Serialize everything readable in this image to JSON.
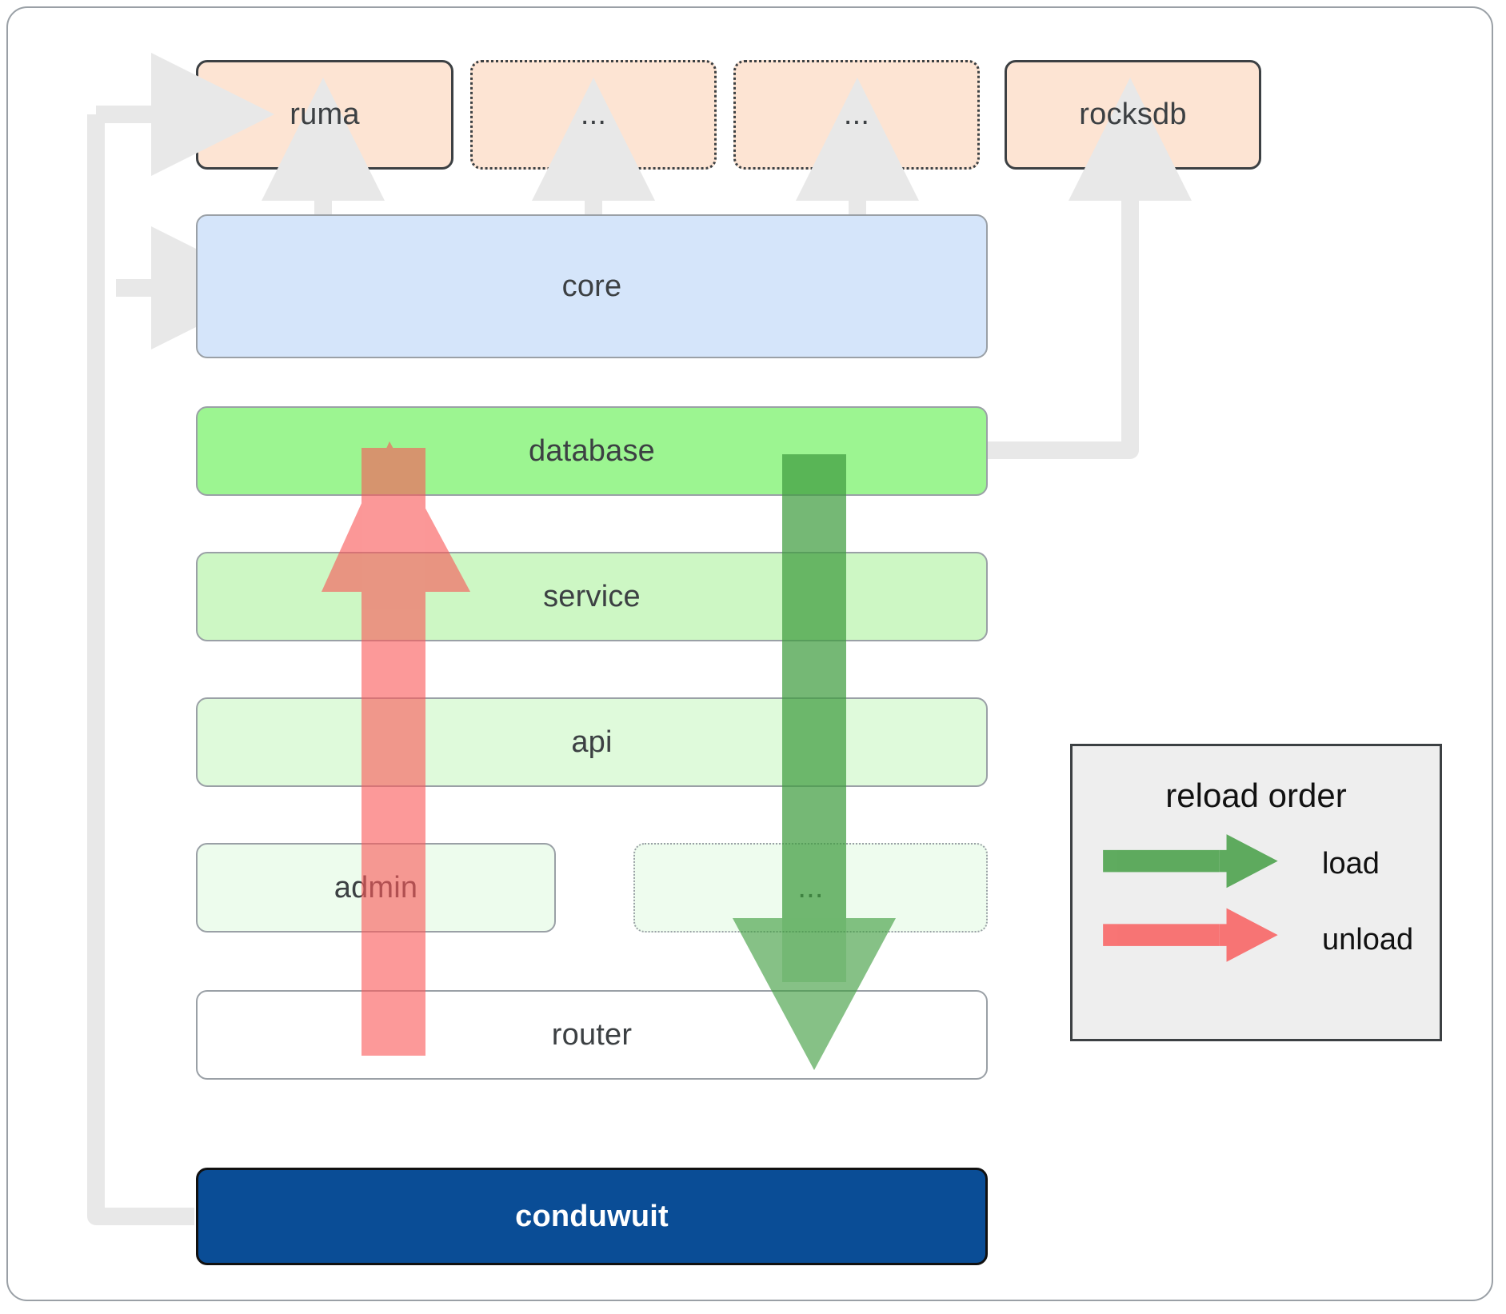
{
  "diagram": {
    "title": "conduwuit crate layering / reload order",
    "dependencies": [
      {
        "id": "ruma",
        "label": "ruma",
        "style": "solid"
      },
      {
        "id": "dep-a",
        "label": "...",
        "style": "dotted"
      },
      {
        "id": "dep-b",
        "label": "...",
        "style": "dotted"
      },
      {
        "id": "rocksdb",
        "label": "rocksdb",
        "style": "solid"
      }
    ],
    "layers": [
      {
        "id": "core",
        "label": "core",
        "style": "solid"
      },
      {
        "id": "database",
        "label": "database",
        "style": "solid"
      },
      {
        "id": "service",
        "label": "service",
        "style": "solid"
      },
      {
        "id": "api",
        "label": "api",
        "style": "solid"
      },
      {
        "id": "admin",
        "label": "admin",
        "style": "solid"
      },
      {
        "id": "more",
        "label": "...",
        "style": "dotted"
      },
      {
        "id": "router",
        "label": "router",
        "style": "solid"
      }
    ],
    "root": {
      "id": "conduwuit",
      "label": "conduwuit"
    },
    "legend": {
      "title": "reload order",
      "entries": [
        {
          "id": "load",
          "label": "load",
          "color": "#5cad5c"
        },
        {
          "id": "unload",
          "label": "unload",
          "color": "#fa8080"
        }
      ]
    },
    "colors": {
      "dependency_fill": "#fde4d3",
      "core_fill": "#d5e5fa",
      "database_fill": "#9cf591",
      "service_fill": "#cdf7c4",
      "api_fill": "#dffadb",
      "admin_fill": "#edfced",
      "router_fill": "#ffffff",
      "root_fill": "#0a4d96",
      "connector_gray": "#e8e8e8",
      "legend_bg": "#eeeeee",
      "load_green": "#5cad5c",
      "unload_red": "#fa8080"
    }
  }
}
